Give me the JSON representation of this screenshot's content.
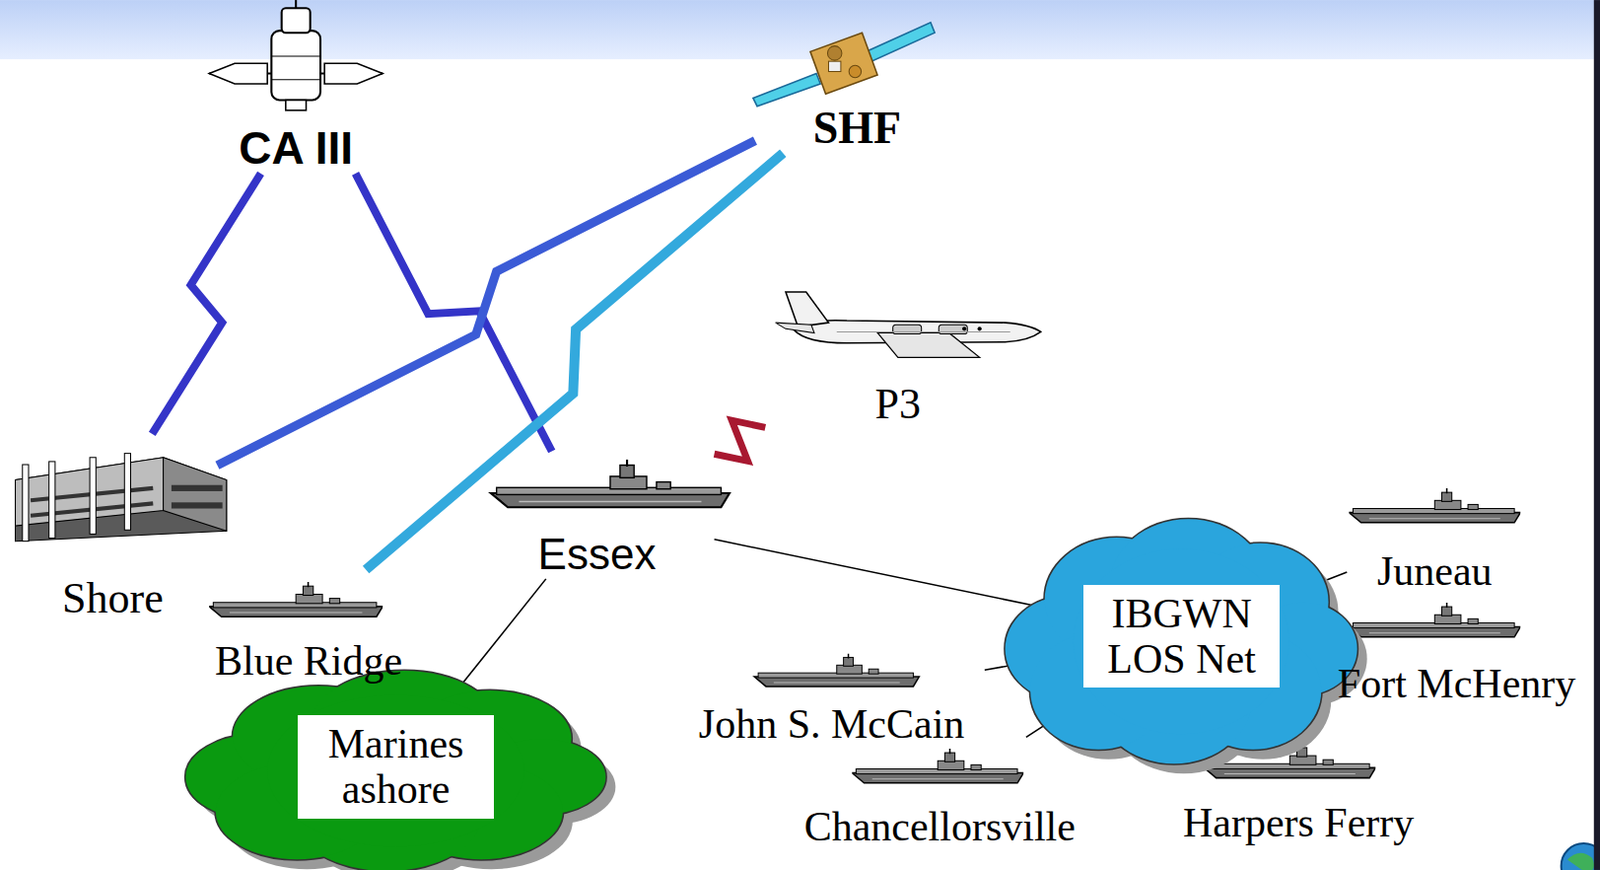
{
  "diagram": {
    "nodes": [
      {
        "text": [
          "CA III"
        ]
      },
      {
        "text": [
          "SHF"
        ]
      },
      {
        "text": [
          "P3"
        ]
      },
      {
        "text": [
          "Shore"
        ]
      },
      {
        "text": [
          "Essex"
        ]
      },
      {
        "text": [
          "Blue Ridge"
        ]
      },
      {
        "text": [
          "Juneau"
        ]
      },
      {
        "text": [
          "IBGWN LOS Net"
        ]
      },
      {
        "text": [
          "Fort McHenry"
        ]
      },
      {
        "text": [
          "John S. McCain"
        ]
      },
      {
        "text": [
          "Marines ashore"
        ]
      },
      {
        "text": [
          "Chancellorsville"
        ]
      },
      {
        "text": [
          "Harpers Ferry"
        ]
      }
    ],
    "edges": [
      {
        "from": 0,
        "to": 3,
        "arrow": "none"
      },
      {
        "from": 0,
        "to": 4,
        "arrow": "none"
      },
      {
        "from": 1,
        "to": 3,
        "arrow": "none"
      },
      {
        "from": 1,
        "to": 5,
        "arrow": "none"
      },
      {
        "from": 2,
        "to": 4,
        "arrow": "none"
      },
      {
        "from": 4,
        "to": 10,
        "arrow": "none"
      },
      {
        "from": 4,
        "to": 7,
        "arrow": "none"
      },
      {
        "from": 7,
        "to": 6,
        "arrow": "none"
      },
      {
        "from": 7,
        "to": 8,
        "arrow": "none"
      },
      {
        "from": 7,
        "to": 9,
        "arrow": "none"
      },
      {
        "from": 7,
        "to": 11,
        "arrow": "none"
      },
      {
        "from": 7,
        "to": 12,
        "arrow": "none"
      }
    ]
  }
}
